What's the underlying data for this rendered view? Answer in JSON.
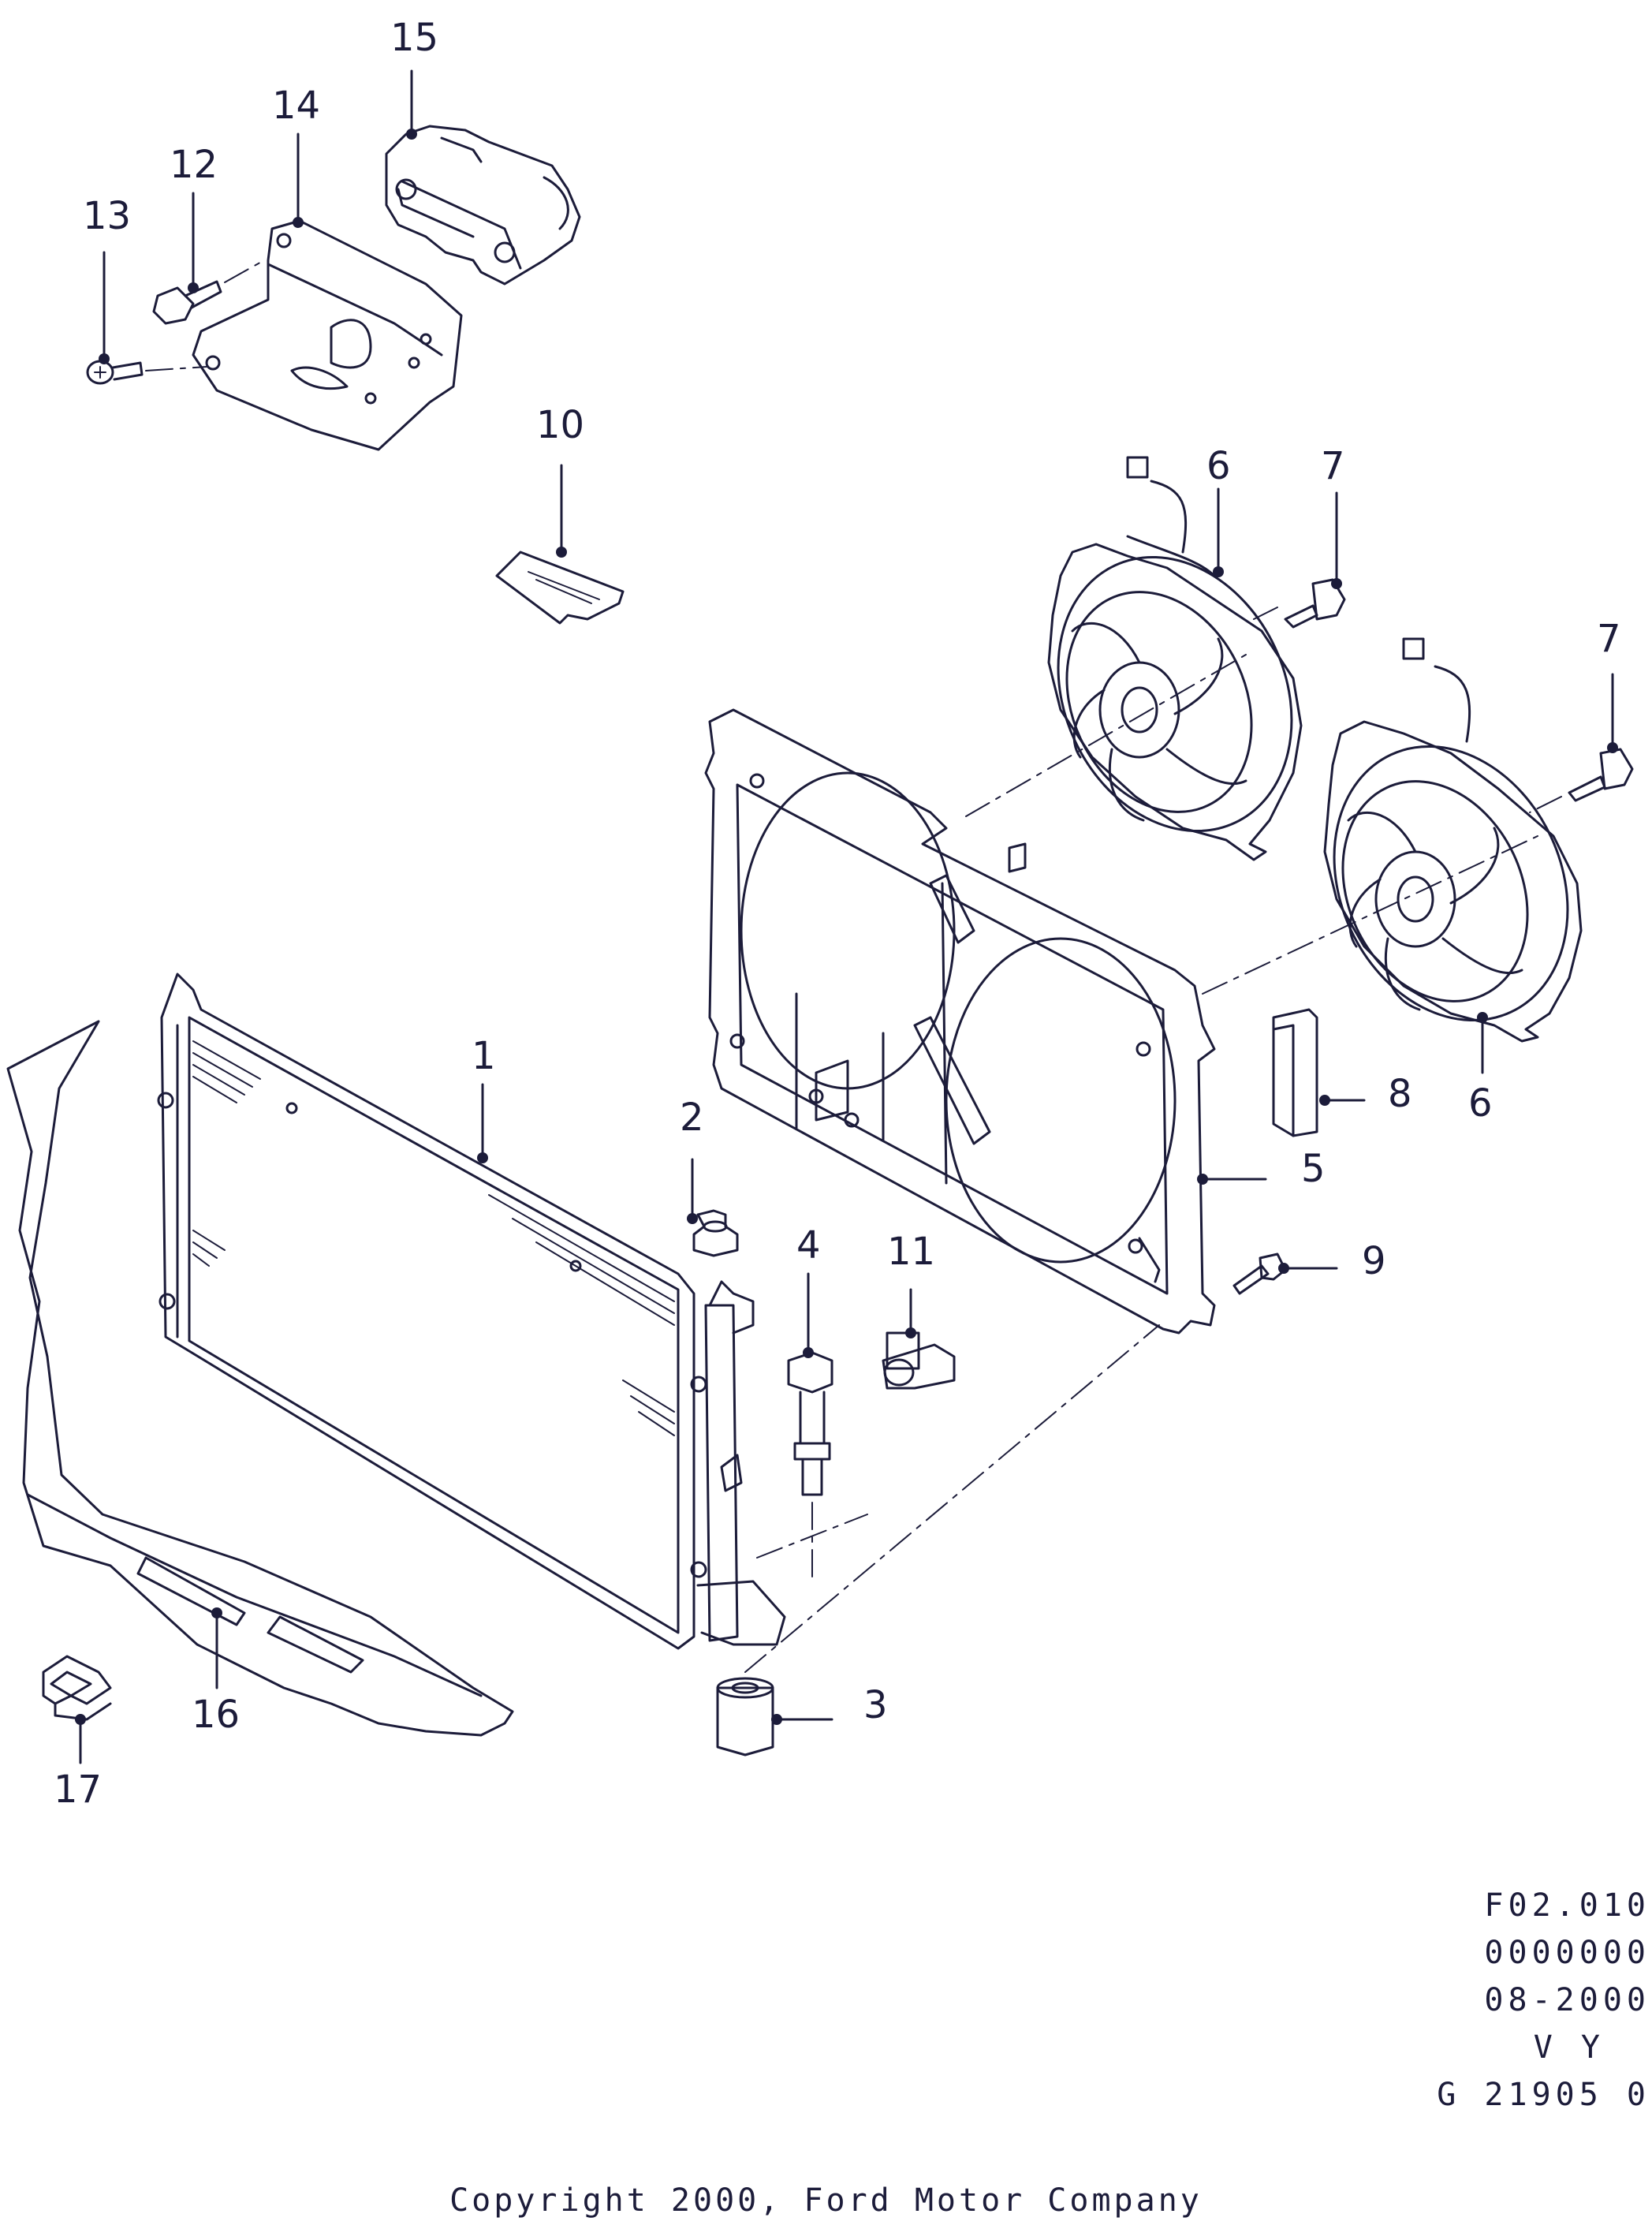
{
  "callouts": {
    "c1": "1",
    "c2": "2",
    "c3": "3",
    "c4": "4",
    "c5": "5",
    "c6a": "6",
    "c6b": "6",
    "c7a": "7",
    "c7b": "7",
    "c8": "8",
    "c9": "9",
    "c10": "10",
    "c11": "11",
    "c12": "12",
    "c13": "13",
    "c14": "14",
    "c15": "15",
    "c16": "16",
    "c17": "17"
  },
  "stamp": {
    "line1": "F02.010",
    "line2": "0000000",
    "line3": "08-2000",
    "line4": "V Y",
    "line5": "G 21905 0"
  },
  "copyright": "Copyright 2000, Ford Motor Company",
  "colors": {
    "ink": "#1c1c3a",
    "paper": "#ffffff"
  }
}
